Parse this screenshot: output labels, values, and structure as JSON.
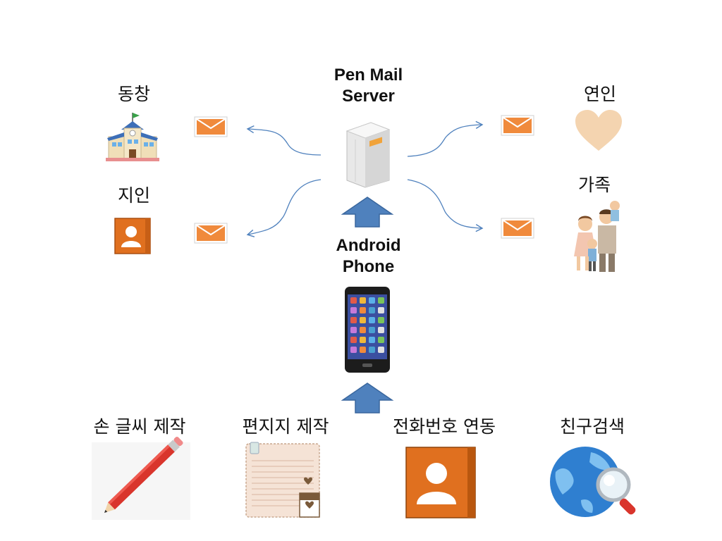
{
  "server": {
    "title_line1": "Pen Mail",
    "title_line2": "Server"
  },
  "phone": {
    "title_line1": "Android",
    "title_line2": "Phone"
  },
  "recipients": {
    "classmates": "동창",
    "acquaintance": "지인",
    "lover": "연인",
    "family": "가족"
  },
  "features": {
    "handwriting": "손 글씨 제작",
    "stationery": "편지지 제작",
    "phonebook": "전화번호 연동",
    "friend_search": "친구검색"
  },
  "colors": {
    "arrow": "#4f81bd",
    "connector": "#4f81bd",
    "envelope": "#f08a3c",
    "contact": "#e0701f"
  }
}
